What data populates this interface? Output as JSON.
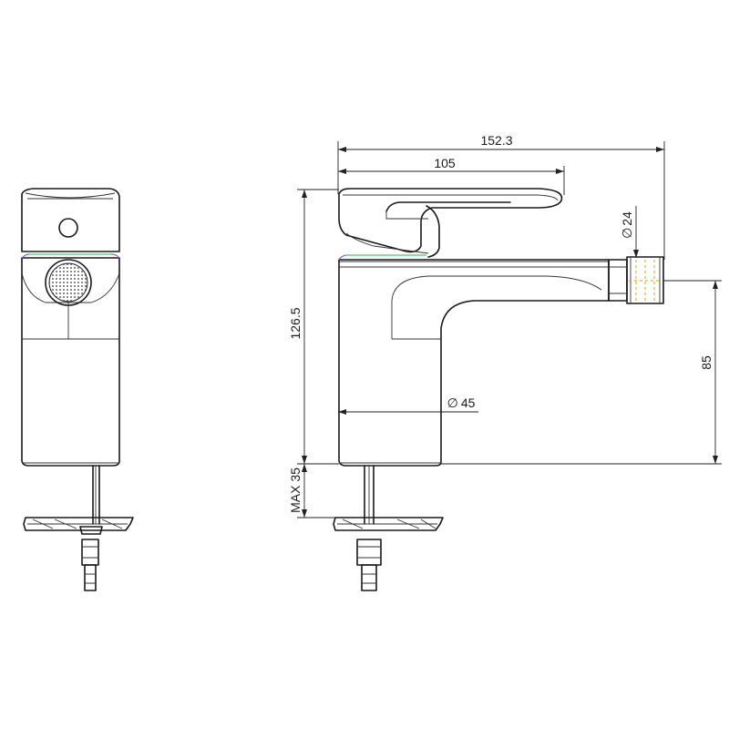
{
  "dimensions": {
    "overall_width": "152.3",
    "spout_width": "105",
    "total_height": "126.5",
    "outlet_height": "85",
    "max_mount": "MAX 35",
    "outlet_diameter": "24",
    "body_diameter": "45"
  },
  "symbols": {
    "diameter": "∅"
  }
}
